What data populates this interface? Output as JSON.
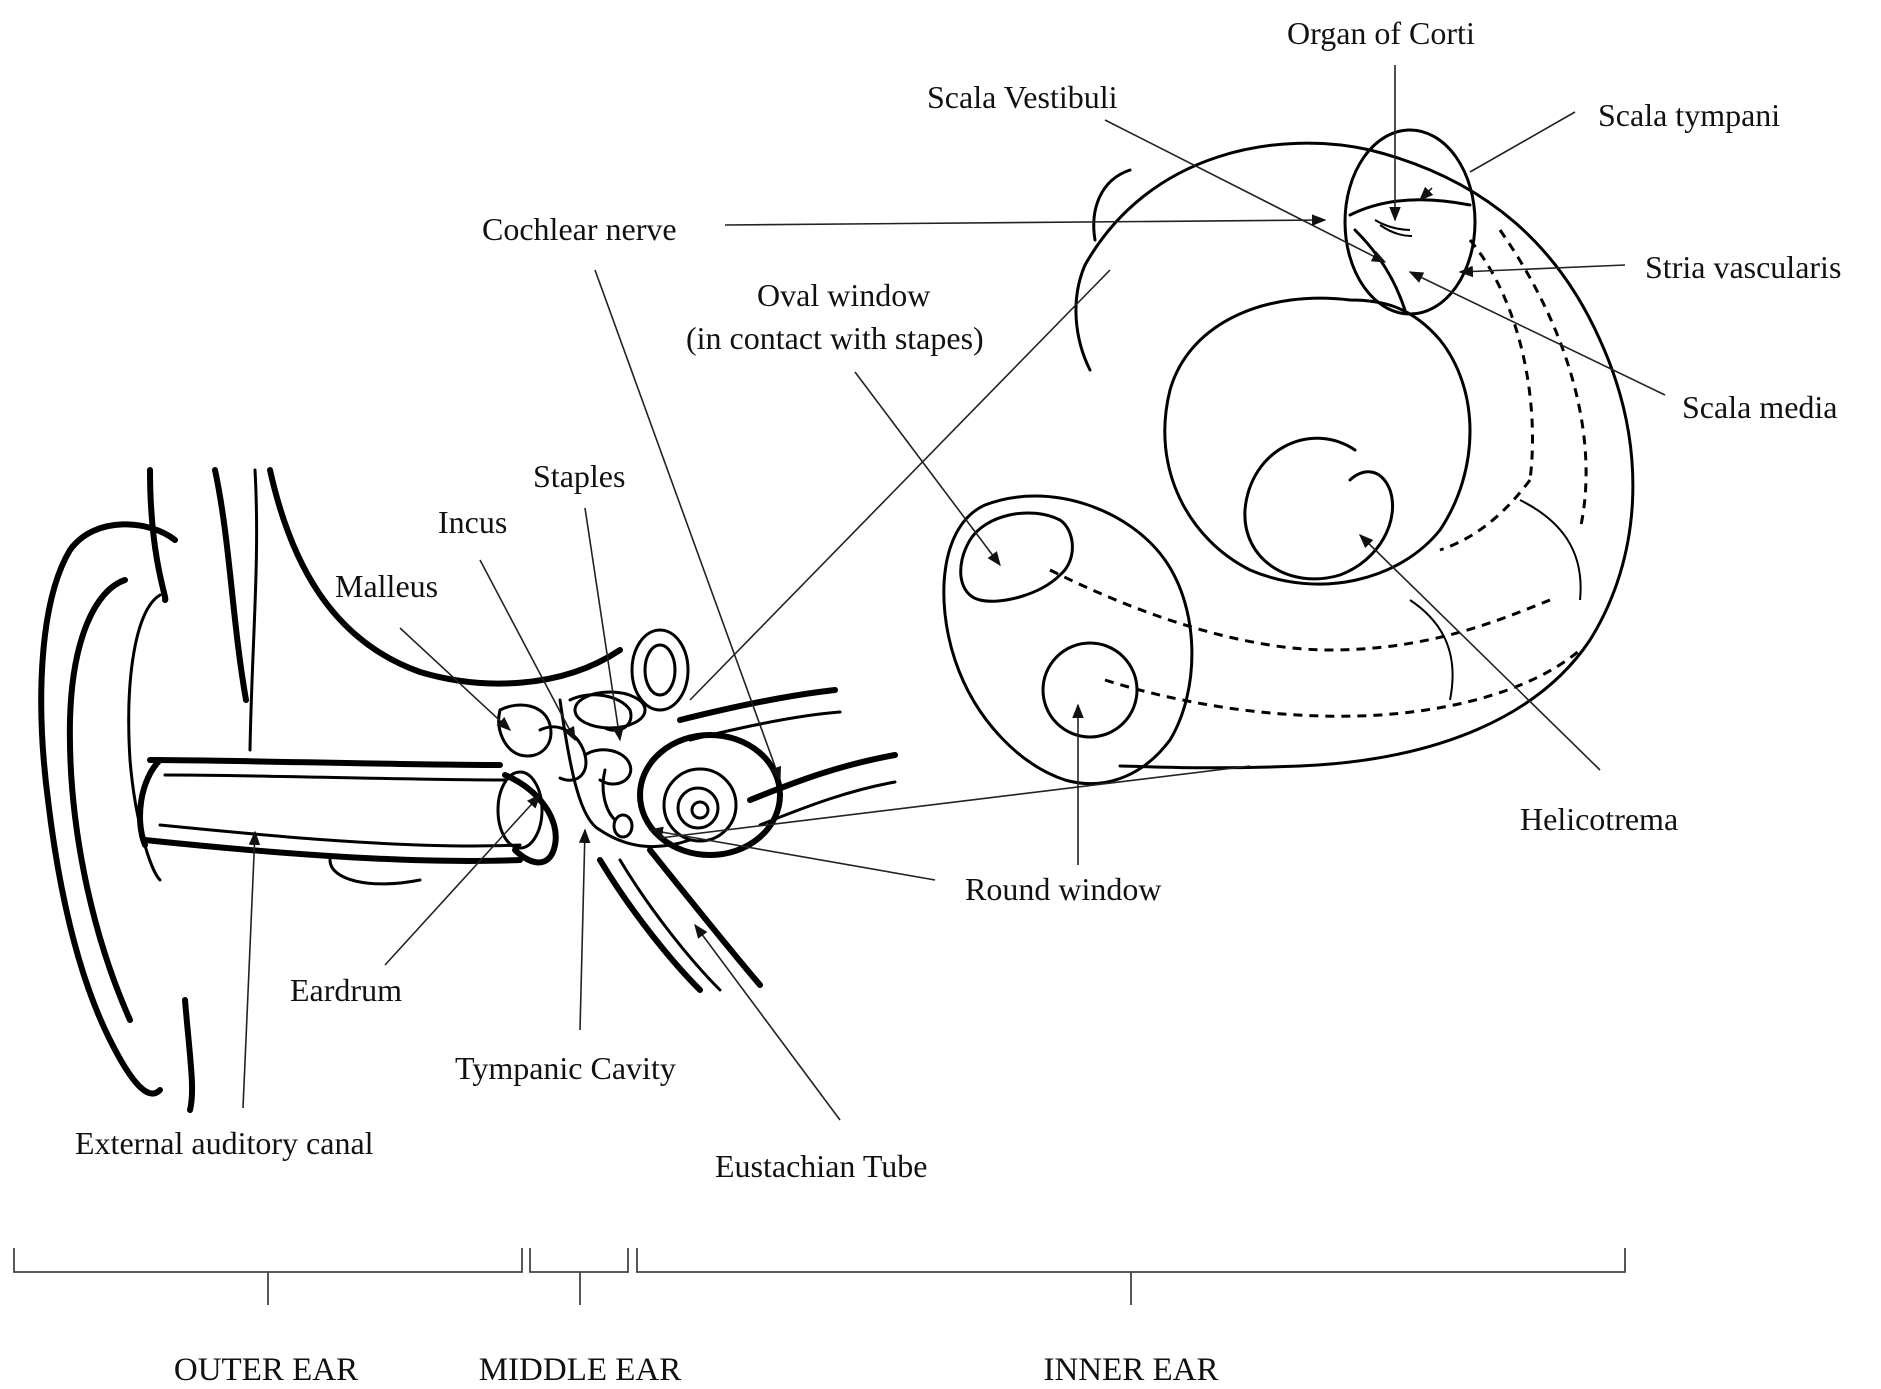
{
  "labels": {
    "organ_of_corti": "Organ of Corti",
    "scala_vestibuli": "Scala Vestibuli",
    "scala_tympani": "Scala tympani",
    "cochlear_nerve": "Cochlear nerve",
    "stria_vascularis": "Stria vascularis",
    "oval_window_line1": "Oval window",
    "oval_window_line2": "(in contact with stapes)",
    "scala_media": "Scala media",
    "staples": "Staples",
    "incus": "Incus",
    "malleus": "Malleus",
    "helicotrema": "Helicotrema",
    "round_window": "Round window",
    "eardrum": "Eardrum",
    "tympanic_cavity": "Tympanic Cavity",
    "external_auditory_canal": "External auditory canal",
    "eustachian_tube": "Eustachian Tube"
  },
  "sections": {
    "outer_ear": "OUTER EAR",
    "middle_ear": "MIDDLE EAR",
    "inner_ear": "INNER EAR"
  }
}
